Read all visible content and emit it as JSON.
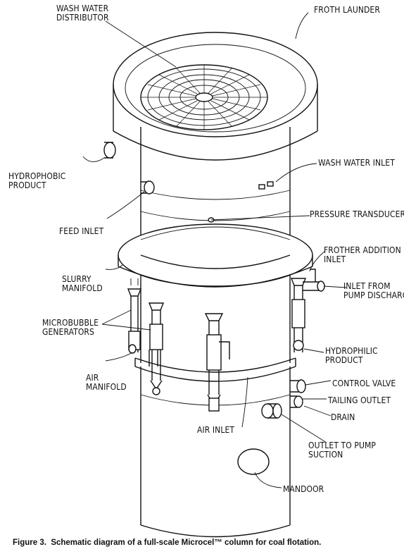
{
  "labels": {
    "wash_water_distributor": "WASH WATER\nDISTRIBUTOR",
    "froth_launder": "FROTH LAUNDER",
    "hydrophobic_product": "HYDROPHOBIC\nPRODUCT",
    "wash_water_inlet": "WASH WATER INLET",
    "pressure_transducer": "PRESSURE TRANSDUCER",
    "feed_inlet": "FEED INLET",
    "frother_addition_inlet": "FROTHER ADDITION\nINLET",
    "slurry_manifold": "SLURRY\nMANIFOLD",
    "inlet_from_pump_discharge": "INLET FROM\nPUMP DISCHARGE",
    "microbubble_generators": "MICROBUBBLE\nGENERATORS",
    "hydrophilic_product": "HYDROPHILIC\nPRODUCT",
    "air_manifold": "AIR\nMANIFOLD",
    "control_valve": "CONTROL VALVE",
    "tailing_outlet": "TAILING OUTLET",
    "drain": "DRAIN",
    "air_inlet": "AIR INLET",
    "outlet_to_pump_suction": "OUTLET TO PUMP\nSUCTION",
    "mandoor": "MANDOOR"
  },
  "caption": "Figure 3.  Schematic diagram of a full-scale Microcel™ column for coal flotation."
}
